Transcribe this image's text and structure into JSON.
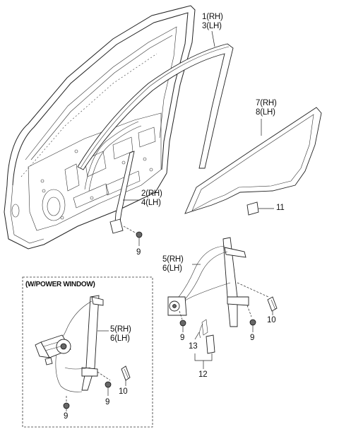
{
  "labels": {
    "p1": "1(RH)",
    "p3": "3(LH)",
    "p7": "7(RH)",
    "p8": "8(LH)",
    "p2": "2(RH)",
    "p4": "4(LH)",
    "p11": "11",
    "p9a": "9",
    "p5a": "5(RH)",
    "p6a": "6(LH)",
    "p10a": "10",
    "p9b": "9",
    "p9c": "9",
    "p13": "13",
    "p12": "12",
    "box_title": "(W/POWER WINDOW)",
    "p5b": "5(RH)",
    "p6b": "6(LH)",
    "p10b": "10",
    "p9d": "9",
    "p9e": "9"
  }
}
